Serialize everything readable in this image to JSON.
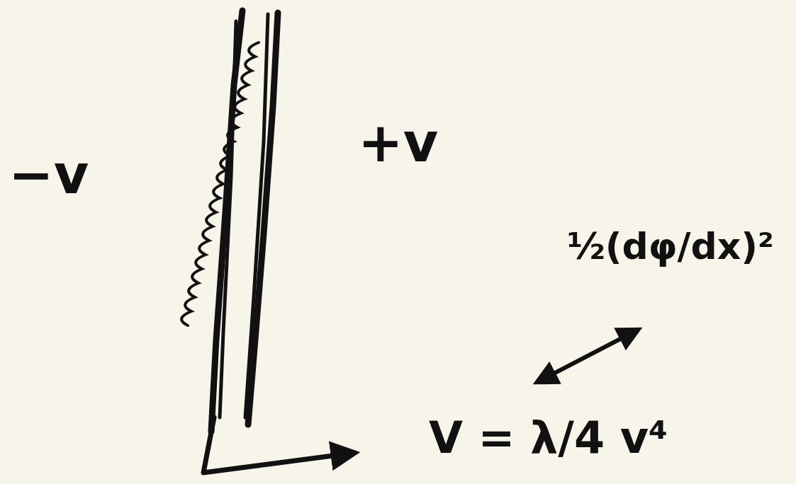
{
  "diagram": {
    "labels": [
      "−v",
      "+v",
      "½(dφ/dx)²",
      "V = λ/4 v⁴"
    ]
  }
}
